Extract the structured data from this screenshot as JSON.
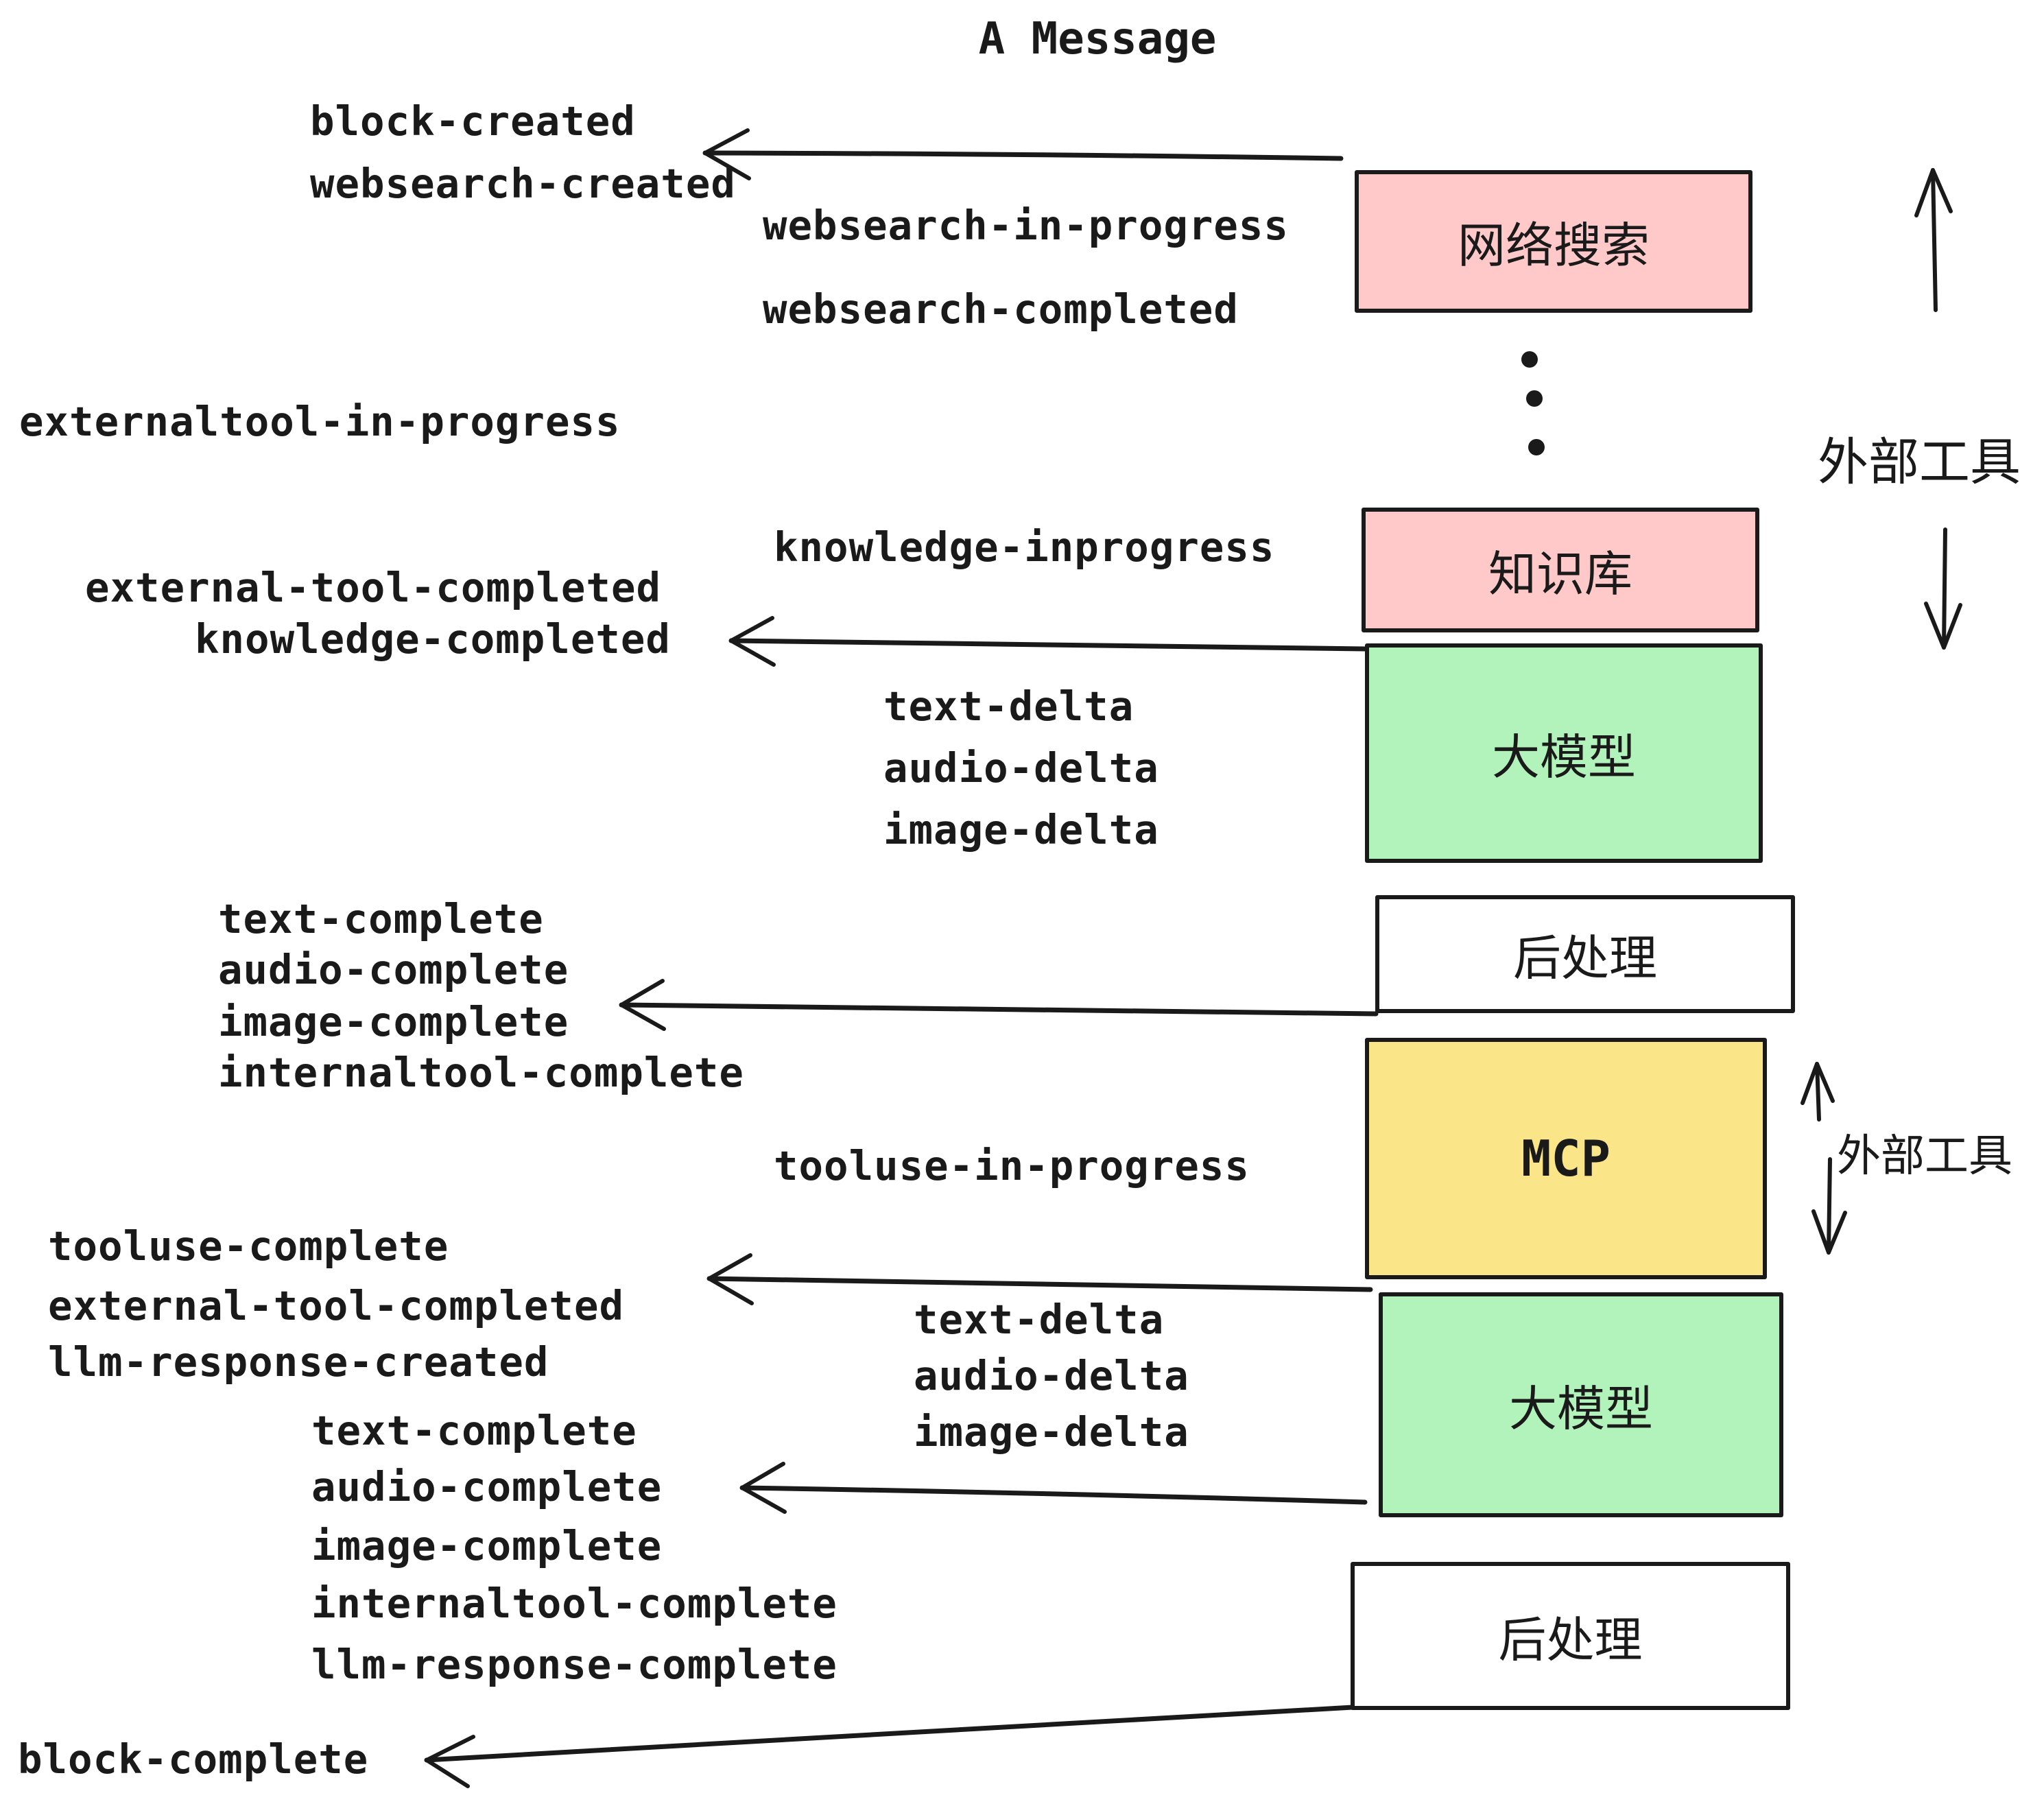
{
  "title": "A Message",
  "colors": {
    "pink": "#ffc9c9",
    "green": "#b2f2bb",
    "yellow": "#fae588",
    "white": "#ffffff",
    "ink": "#1a1a1a"
  },
  "boxes": [
    {
      "id": "websearch",
      "label": "网络搜索",
      "color": "pink"
    },
    {
      "id": "knowledge",
      "label": "知识库",
      "color": "pink"
    },
    {
      "id": "llm-1",
      "label": "大模型",
      "color": "green"
    },
    {
      "id": "postprocess-1",
      "label": "后处理",
      "color": "white"
    },
    {
      "id": "mcp",
      "label": "MCP",
      "color": "yellow"
    },
    {
      "id": "llm-2",
      "label": "大模型",
      "color": "green"
    },
    {
      "id": "postprocess-2",
      "label": "后处理",
      "color": "white"
    }
  ],
  "side_annotations": [
    {
      "label": "外部工具"
    },
    {
      "label": "外部工具"
    }
  ],
  "events": {
    "block_created": "block-created",
    "websearch_created": "websearch-created",
    "websearch_in_progress": "websearch-in-progress",
    "websearch_completed": "websearch-completed",
    "externaltool_in_progress": "externaltool-in-progress",
    "knowledge_inprogress": "knowledge-inprogress",
    "external_tool_completed_1": "external-tool-completed",
    "knowledge_completed": "knowledge-completed",
    "text_delta_1": "text-delta",
    "audio_delta_1": "audio-delta",
    "image_delta_1": "image-delta",
    "text_complete_1": "text-complete",
    "audio_complete_1": "audio-complete",
    "image_complete_1": "image-complete",
    "internaltool_complete_1": "internaltool-complete",
    "tooluse_in_progress": "tooluse-in-progress",
    "tooluse_complete": "tooluse-complete",
    "external_tool_completed_2": "external-tool-completed",
    "llm_response_created": "llm-response-created",
    "text_delta_2": "text-delta",
    "audio_delta_2": "audio-delta",
    "image_delta_2": "image-delta",
    "text_complete_2": "text-complete",
    "audio_complete_2": "audio-complete",
    "image_complete_2": "image-complete",
    "internaltool_complete_2": "internaltool-complete",
    "llm_response_complete": "llm-response-complete",
    "block_complete": "block-complete"
  }
}
